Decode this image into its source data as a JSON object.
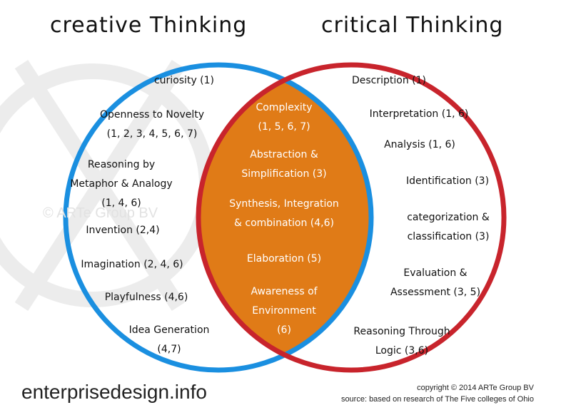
{
  "titles": {
    "creative": "creative Thinking",
    "critical": "critical Thinking"
  },
  "creative_items": [
    {
      "lines": [
        "curiosity (1)"
      ]
    },
    {
      "lines": [
        "Openness to Novelty",
        "(1, 2, 3, 4, 5, 6, 7)"
      ]
    },
    {
      "lines": [
        "Reasoning by",
        "Metaphor & Analogy",
        "(1, 4, 6)"
      ]
    },
    {
      "lines": [
        "Invention (2,4)"
      ]
    },
    {
      "lines": [
        "Imagination (2, 4, 6)"
      ]
    },
    {
      "lines": [
        "Playfulness (4,6)"
      ]
    },
    {
      "lines": [
        "Idea Generation",
        "(4,7)"
      ]
    }
  ],
  "shared_items": [
    {
      "lines": [
        "Complexity",
        "(1, 5, 6, 7)"
      ]
    },
    {
      "lines": [
        "Abstraction &",
        "Simplification (3)"
      ]
    },
    {
      "lines": [
        "Synthesis, Integration",
        "& combination (4,6)"
      ]
    },
    {
      "lines": [
        "Elaboration (5)"
      ]
    },
    {
      "lines": [
        "Awareness of",
        "Environment",
        "(6)"
      ]
    }
  ],
  "critical_items": [
    {
      "lines": [
        "Description (1)"
      ]
    },
    {
      "lines": [
        "Interpretation (1, 6)"
      ]
    },
    {
      "lines": [
        "Analysis (1, 6)"
      ]
    },
    {
      "lines": [
        "Identification (3)"
      ]
    },
    {
      "lines": [
        "categorization &",
        "classification (3)"
      ]
    },
    {
      "lines": [
        "Evaluation &",
        "Assessment (3, 5)"
      ]
    },
    {
      "lines": [
        "Reasoning Through",
        "Logic (3,6)"
      ]
    }
  ],
  "watermark": "© ARTe Group BV",
  "footer": {
    "brand": "enterprisedesign.info",
    "copyright": "copyright © 2014 ARTe Group BV",
    "source": "source: based on research of The Five colleges of Ohio"
  },
  "colors": {
    "creative_circle": "#1a8fe0",
    "critical_circle": "#c8242c",
    "overlap_fill": "#e07b17",
    "overlap_text": "#ffffff"
  }
}
